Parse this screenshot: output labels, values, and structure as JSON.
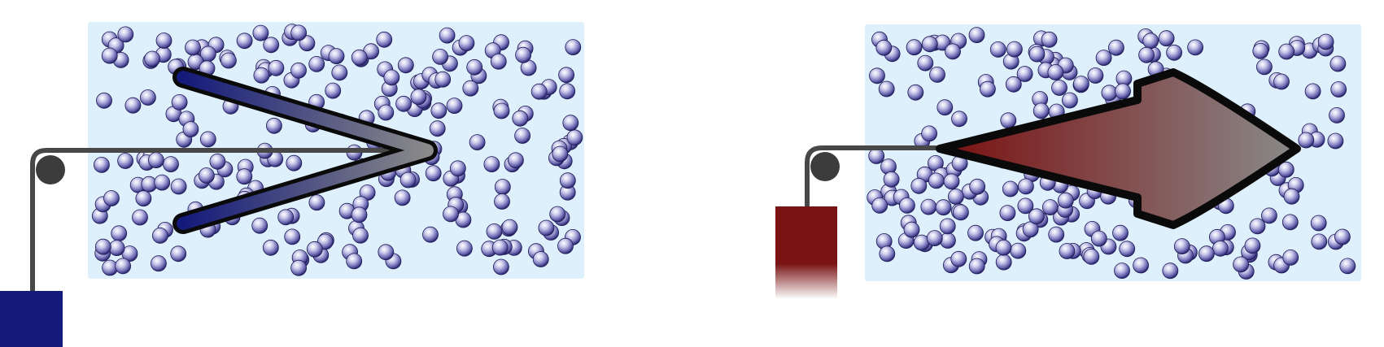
{
  "figure": {
    "panels": [
      {
        "id": "left",
        "arrow_shape": "chevron-open",
        "arrow_colors": [
          "#141a7a",
          "#8a8a8a"
        ],
        "weight_color": "#141a7a",
        "weight_fade": false
      },
      {
        "id": "right",
        "arrow_shape": "filled-arrow",
        "arrow_colors": [
          "#7a0f10",
          "#8a8a8a"
        ],
        "weight_color": "#7a1414",
        "weight_fade": true
      }
    ],
    "colors": {
      "box_fill": "#dff0fd",
      "rope": "#474747",
      "pulley": "#3c3c3c",
      "particle_light": "#ffffff",
      "particle_mid": "#9b9ad0",
      "particle_dark": "#2a2770",
      "outline": "#0a0a0a"
    }
  }
}
